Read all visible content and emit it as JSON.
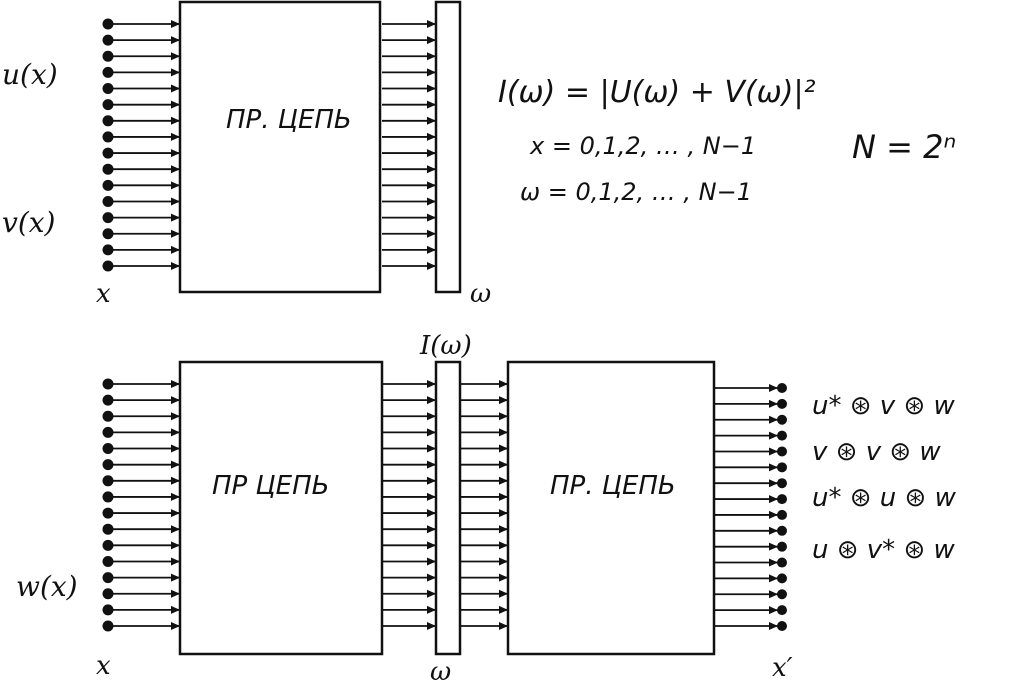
{
  "top": {
    "input_label_u": "u(x)",
    "input_label_v": "v(x)",
    "axis_in": "x",
    "axis_out": "ω",
    "block_label": "ПР. ЦЕПЬ",
    "formula_intensity": "I(ω) = |U(ω) + V(ω)|²",
    "formula_x_range": "x = 0,1,2, … , N−1",
    "formula_w_range": "ω = 0,1,2, … , N−1",
    "formula_n": "N = 2ⁿ"
  },
  "bottom": {
    "input_label_w": "w(x)",
    "axis_in": "x",
    "axis_mid": "ω",
    "axis_out": "x′",
    "mid_label": "I(ω)",
    "block_label_left": "ПР ЦЕПЬ",
    "block_label_right": "ПР. ЦЕПЬ",
    "outputs": [
      "u* ⊛ v ⊛ w",
      "v ⊛ v ⊛ w",
      "u* ⊛ u ⊛ w",
      "u ⊛ v* ⊛ w"
    ]
  }
}
